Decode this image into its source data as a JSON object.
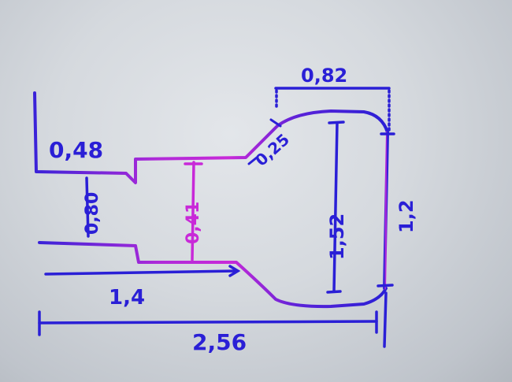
{
  "dimensions": {
    "top_width": "0,82",
    "left_step": "0,48",
    "left_height": "0,80",
    "neck_height": "0,41",
    "chamfer": "0,25",
    "inner_height": "1,52",
    "right_height": "1,2",
    "neck_length": "1,4",
    "total_length": "2,56"
  },
  "colors": {
    "ink_blue": "#2a1fd6",
    "ink_purple": "#8a2ad6",
    "ink_pink": "#c829d8",
    "board": "#d5d9de"
  }
}
